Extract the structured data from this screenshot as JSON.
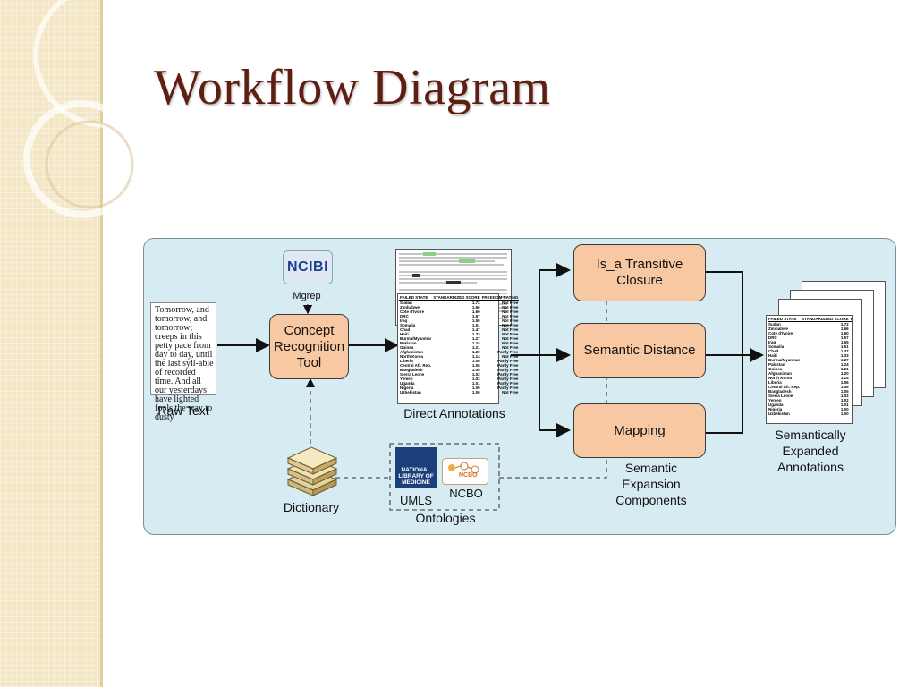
{
  "slide": {
    "title": "Workflow Diagram"
  },
  "diagram": {
    "raw_text": {
      "content": "Tomorrow, and tomorrow, and tomorrow; creeps in this petty pace from day to day, until the last syll-able of recorded time. And all our yesterdays have lighted fools the way to dusty",
      "label": "Raw Text"
    },
    "concept_recognition": {
      "label": "Concept Recognition Tool"
    },
    "ncibi": {
      "logo_text": "NCIBI",
      "caption": "Mgrep"
    },
    "dictionary": {
      "label": "Dictionary"
    },
    "ontologies": {
      "label": "Ontologies",
      "umls_label": "UMLS",
      "umls_logo_text": "NATIONAL LIBRARY OF MEDICINE",
      "ncbo_label": "NCBO",
      "ncbo_logo_text": "NCBO"
    },
    "direct_annotations": {
      "label": "Direct Annotations"
    },
    "components": {
      "is_a": "Is_a Transitive Closure",
      "semantic_distance": "Semantic Distance",
      "mapping": "Mapping",
      "label": "Semantic Expansion Components"
    },
    "expanded": {
      "label": "Semantically Expanded Annotations"
    },
    "table_header": [
      "FAILED STATE",
      "STANDARDIZED SCORE",
      "FREEDOM RATING"
    ],
    "table_rows": [
      [
        "Sudan",
        "1.72",
        "Not Free"
      ],
      [
        "Zimbabwe",
        "1.66",
        "Not Free"
      ],
      [
        "Cote d'Ivoire",
        "1.60",
        "Not Free"
      ],
      [
        "DRC",
        "1.57",
        "Not Free"
      ],
      [
        "Iraq",
        "1.55",
        "Not Free"
      ],
      [
        "Somalia",
        "1.51",
        "Not Free"
      ],
      [
        "Chad",
        "1.47",
        "Not Free"
      ],
      [
        "Haiti",
        "1.33",
        "Not Free"
      ],
      [
        "Burma/Myanmar",
        "1.27",
        "Not Free"
      ],
      [
        "Pakistan",
        "1.24",
        "Not Free"
      ],
      [
        "Guinea",
        "1.21",
        "Not Free"
      ],
      [
        "Afghanistan",
        "1.20",
        "Partly Free"
      ],
      [
        "North Korea",
        "1.14",
        "Not Free"
      ],
      [
        "Liberia",
        "1.06",
        "Partly Free"
      ],
      [
        "Central Afr. Rep.",
        "1.06",
        "Partly Free"
      ],
      [
        "Bangladesh",
        "1.05",
        "Partly Free"
      ],
      [
        "Sierra Leone",
        "1.02",
        "Partly Free"
      ],
      [
        "Yemen",
        "1.02",
        "Partly Free"
      ],
      [
        "Uganda",
        "1.01",
        "Partly Free"
      ],
      [
        "Nigeria",
        "1.00",
        "Partly Free"
      ],
      [
        "Uzbekistan",
        "1.00",
        "Not Free"
      ]
    ]
  }
}
